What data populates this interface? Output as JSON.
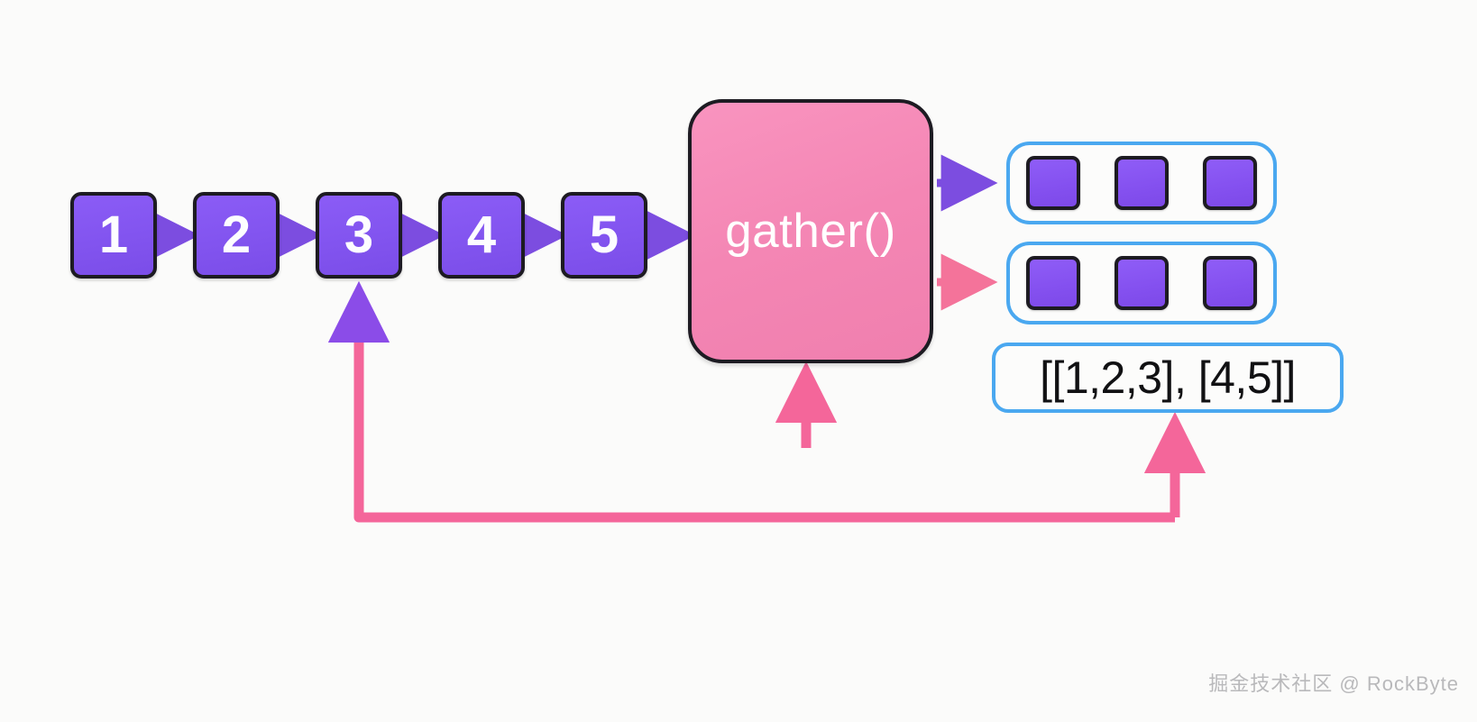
{
  "diagram": {
    "title": "gather() batching diagram",
    "background_color": "#fbfbfa",
    "sequence": {
      "name": "input-sequence",
      "items": [
        {
          "label": "1"
        },
        {
          "label": "2"
        },
        {
          "label": "3"
        },
        {
          "label": "4"
        },
        {
          "label": "5"
        }
      ],
      "box_fill": "#8254ef",
      "box_border": "#1d1b22",
      "label_color": "#ffffff"
    },
    "process": {
      "name": "gather-node",
      "label": "gather()",
      "fill": "#f486b4",
      "border": "#1d1b22",
      "label_color": "#ffffff"
    },
    "groups": [
      {
        "name": "output-group-1",
        "chips": 3,
        "border_color": "#4aa8f0",
        "chip_fill": "#8450ef",
        "incoming_arrow_color": "#7c4de0"
      },
      {
        "name": "output-group-2",
        "chips": 3,
        "border_color": "#4aa8f0",
        "chip_fill": "#8450ef",
        "incoming_arrow_color": "#f4739a"
      }
    ],
    "result": {
      "name": "result-box",
      "text": "[[1,2,3], [4,5]]",
      "border_color": "#4aa8f0",
      "text_color": "#111113"
    },
    "connectors": [
      {
        "name": "arrow-1-to-2",
        "color": "#7c4de0",
        "style": "straight"
      },
      {
        "name": "arrow-2-to-3",
        "color": "#7c4de0",
        "style": "straight"
      },
      {
        "name": "arrow-3-to-4",
        "color": "#7c4de0",
        "style": "straight"
      },
      {
        "name": "arrow-4-to-5",
        "color": "#7c4de0",
        "style": "straight"
      },
      {
        "name": "arrow-5-to-gather",
        "color": "#7c4de0",
        "style": "straight"
      },
      {
        "name": "arrow-gather-to-group-1",
        "color": "#7c4de0",
        "style": "straight"
      },
      {
        "name": "arrow-gather-to-group-2",
        "color": "#f4739a",
        "style": "straight"
      },
      {
        "name": "arrow-into-gather-bottom",
        "color": "#f4739a",
        "style": "vertical"
      },
      {
        "name": "arrow-result-feedback-up",
        "color": "#f4739a",
        "style": "vertical"
      },
      {
        "name": "arrow-feedback-to-item-3",
        "color": "#f4739a",
        "style": "elbow"
      }
    ],
    "watermark": {
      "text": "掘金技术社区 @ RockByte",
      "color": "#b9b9bb"
    }
  }
}
